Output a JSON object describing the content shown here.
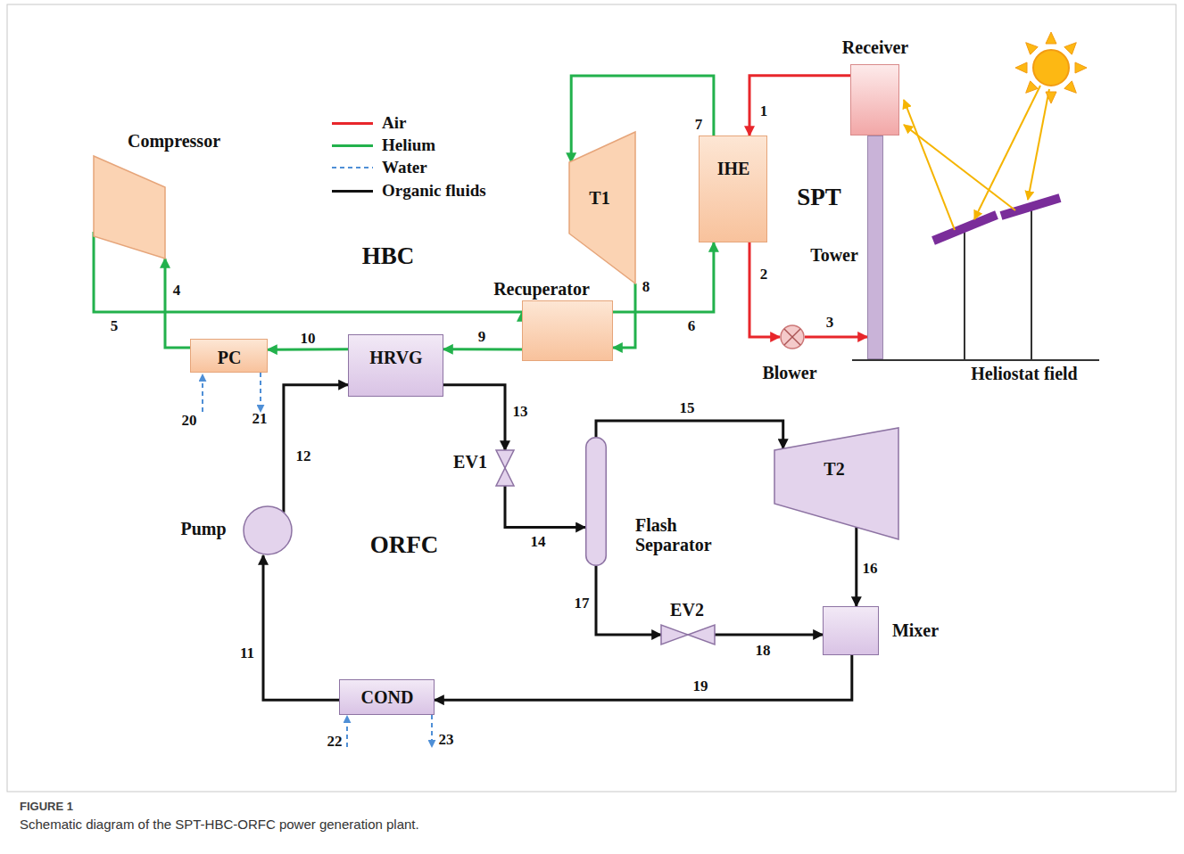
{
  "diagram": {
    "caption": "Schematic diagram of the SPT-HBC-ORFC power generation plant.",
    "nodes": [
      {
        "text": [
          "Compressor"
        ]
      },
      {
        "text": [
          "T1"
        ]
      },
      {
        "text": [
          "IHE"
        ]
      },
      {
        "text": [
          "Receiver"
        ]
      },
      {
        "text": [
          "Tower"
        ]
      },
      {
        "text": [
          "Recuperator"
        ]
      },
      {
        "text": [
          "PC"
        ]
      },
      {
        "text": [
          "HRVG"
        ]
      },
      {
        "text": [
          "Blower"
        ]
      },
      {
        "text": [
          "Pump"
        ]
      },
      {
        "text": [
          "EV1"
        ]
      },
      {
        "text": [
          "Flash Separator"
        ]
      },
      {
        "text": [
          "T2"
        ]
      },
      {
        "text": [
          "EV2"
        ]
      },
      {
        "text": [
          "Mixer"
        ]
      },
      {
        "text": [
          "COND"
        ]
      }
    ],
    "edges": [
      {
        "from": 0,
        "to": 5,
        "arrow": "to",
        "label": "5"
      },
      {
        "from": 5,
        "to": 2,
        "arrow": "to",
        "label": "6"
      },
      {
        "from": 2,
        "to": 1,
        "arrow": "to",
        "label": "7"
      },
      {
        "from": 1,
        "to": 5,
        "arrow": "to",
        "label": "8"
      },
      {
        "from": 5,
        "to": 7,
        "arrow": "to",
        "label": "9"
      },
      {
        "from": 7,
        "to": 6,
        "arrow": "to",
        "label": "10"
      },
      {
        "from": 6,
        "to": 0,
        "arrow": "to",
        "label": "4"
      },
      {
        "from": 3,
        "to": 2,
        "arrow": "to",
        "label": "1"
      },
      {
        "from": 2,
        "to": 8,
        "arrow": "to",
        "label": "2"
      },
      {
        "from": 8,
        "to": 4,
        "arrow": "to",
        "label": "3"
      },
      {
        "from": 9,
        "to": 7,
        "arrow": "to",
        "label": "12"
      },
      {
        "from": 7,
        "to": 10,
        "arrow": "to",
        "label": "13"
      },
      {
        "from": 10,
        "to": 11,
        "arrow": "to",
        "label": "14"
      },
      {
        "from": 11,
        "to": 12,
        "arrow": "to",
        "label": "15"
      },
      {
        "from": 12,
        "to": 14,
        "arrow": "to",
        "label": "16"
      },
      {
        "from": 11,
        "to": 13,
        "arrow": "to",
        "label": "17"
      },
      {
        "from": 13,
        "to": 14,
        "arrow": "to",
        "label": "18"
      },
      {
        "from": 14,
        "to": 15,
        "arrow": "to",
        "label": "19"
      },
      {
        "from": 15,
        "to": 9,
        "arrow": "to",
        "label": "11"
      }
    ],
    "labels": [
      "SPT",
      "HBC",
      "ORFC",
      "Heliostat field",
      "20",
      "21",
      "22",
      "23",
      "FIGURE 1"
    ],
    "legend": [
      {
        "text": "Air",
        "color": "#e8262b"
      },
      {
        "text": "Helium",
        "color": "#22b14c"
      },
      {
        "text": "Water"
      },
      {
        "text": "Organic fluids",
        "color": "#111111"
      }
    ]
  }
}
